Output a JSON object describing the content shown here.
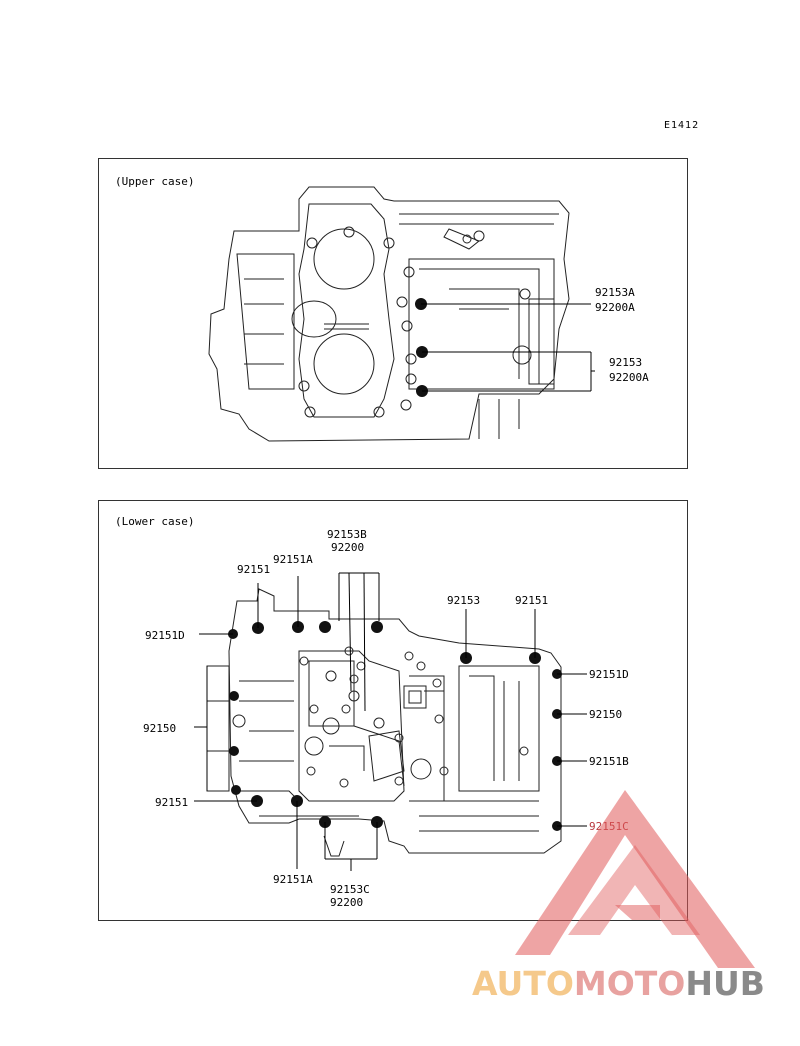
{
  "diagram_code": "E1412",
  "upper": {
    "title": "(Upper case)",
    "labels": {
      "l1a": "92153A",
      "l1b": "92200A",
      "l2a": "92153",
      "l2b": "92200A"
    }
  },
  "lower": {
    "title": "(Lower case)",
    "labels": {
      "top_center_a": "92153B",
      "top_center_b": "92200",
      "top_left_a": "92151A",
      "top_left_b": "92151",
      "left_d": "92151D",
      "left_mid": "92150",
      "left_bottom": "92151",
      "bottom_left": "92151A",
      "bottom_center_a": "92153C",
      "bottom_center_b": "92200",
      "top_right_a": "92153",
      "top_right_b": "92151",
      "right_d": "92151D",
      "right_mid": "92150",
      "right_b": "92151B",
      "right_c": "92151C"
    }
  },
  "watermark": {
    "part1": "AUTO",
    "part2": "MOTO",
    "part3": "HUB",
    "color_a": "#f5c98b",
    "color_b": "#e8a2a0",
    "color_c": "#8a8a8a"
  }
}
